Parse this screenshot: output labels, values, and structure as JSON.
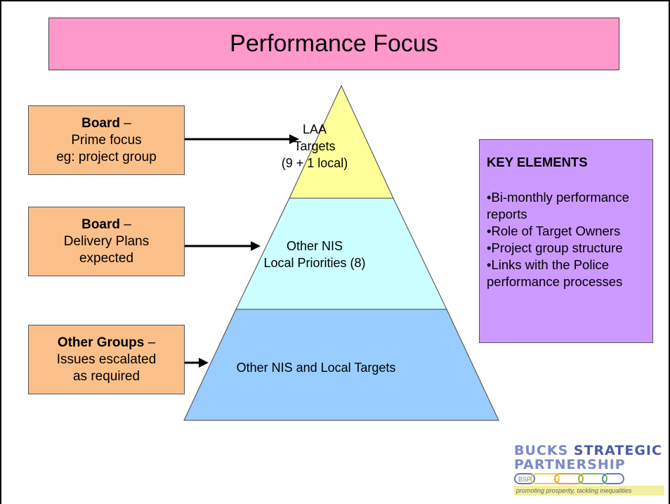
{
  "title": "Performance Focus",
  "left_boxes": [
    {
      "bold": "Board",
      "rest_first": " –",
      "line2": "Prime focus",
      "line3": "eg: project group"
    },
    {
      "bold": "Board",
      "rest_first": " –",
      "line2": "Delivery Plans",
      "line3": "expected"
    },
    {
      "bold": "Other Groups",
      "rest_first": " –",
      "line2": "Issues escalated",
      "line3": "as required"
    }
  ],
  "pyramid": {
    "tiers": [
      {
        "lines": [
          "LAA",
          "Targets",
          "(9 + 1 local)"
        ],
        "color": "#ffff99"
      },
      {
        "lines": [
          "Other NIS",
          "Local Priorities (8)"
        ],
        "color": "#ccffff"
      },
      {
        "lines": [
          "Other NIS and Local Targets"
        ],
        "color": "#99ccff"
      }
    ]
  },
  "key_elements": {
    "title": "KEY ELEMENTS",
    "items": [
      "•Bi-monthly performance reports",
      "•Role of Target Owners",
      "•Project group structure",
      "•Links with the Police performance processes"
    ],
    "color": "#cc99ff"
  },
  "logo": {
    "line1a": "BUCKS",
    "line1b": "STRATEGIC",
    "line2": "PARTNERSHIP",
    "badge": "BSP",
    "tagline": "promoting prosperity, tackling inequalities"
  },
  "colors": {
    "title_bg": "#ff99cc",
    "side_box_bg": "#fbc08a"
  }
}
